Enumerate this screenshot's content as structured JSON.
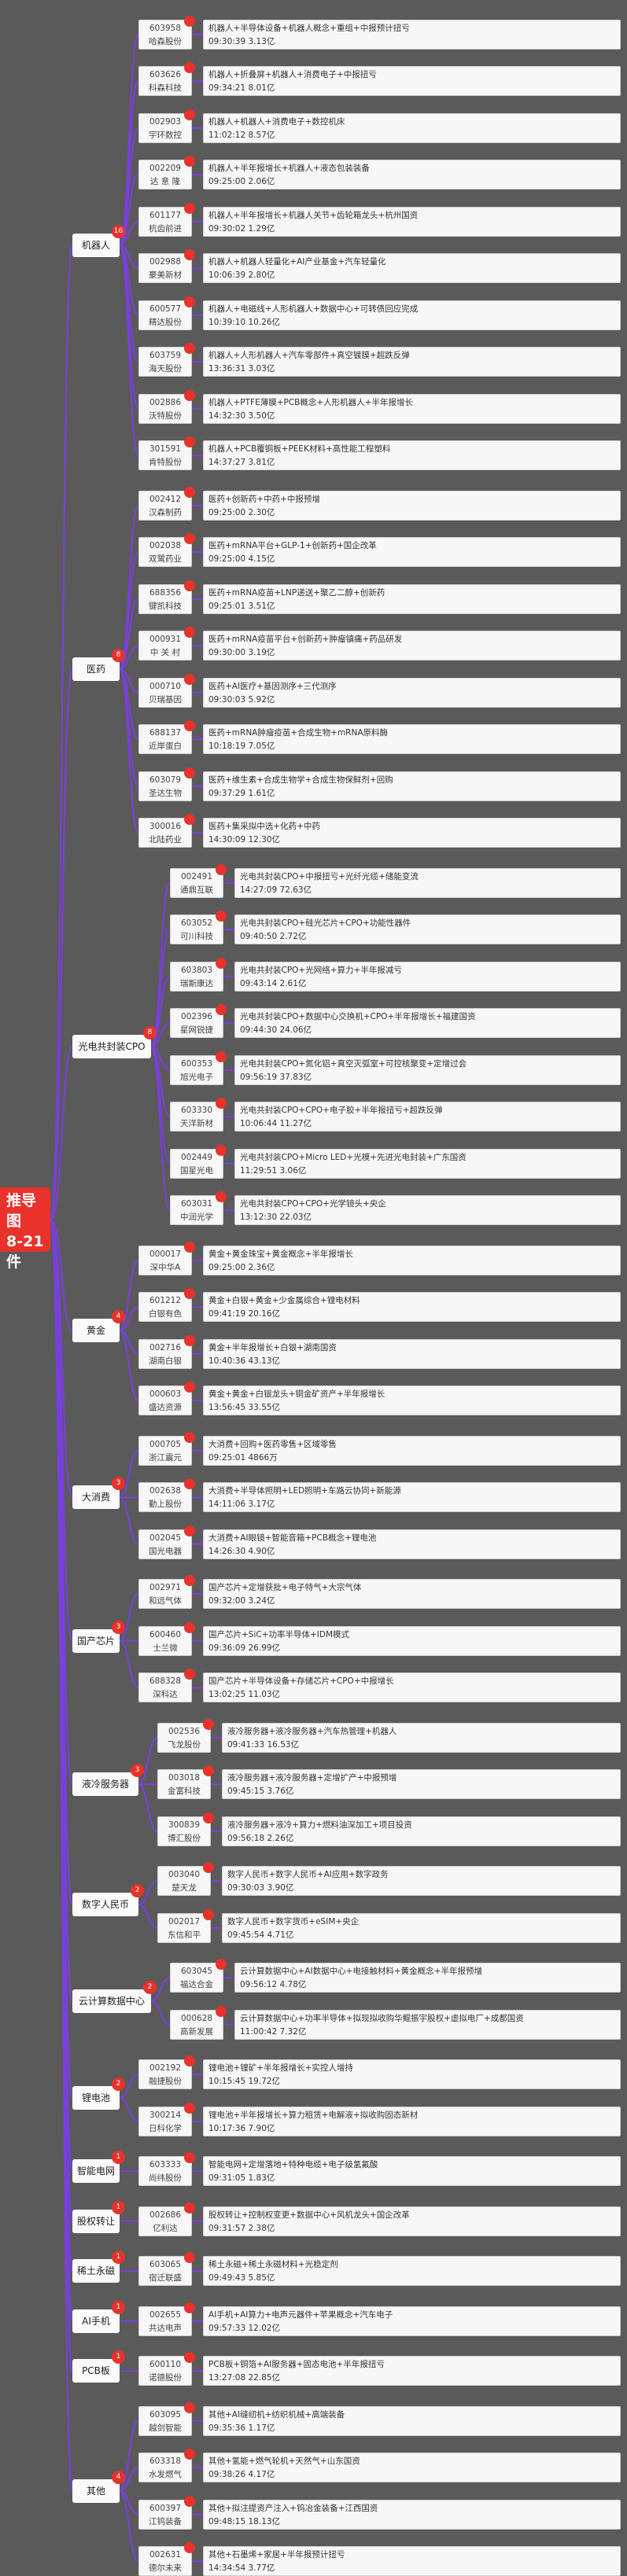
{
  "title_lines": [
    "推导图",
    "8-21",
    "件"
  ],
  "colors": {
    "line": "#7a3fe0",
    "badge": "#e8322b",
    "background": "#5a5a5a"
  },
  "categories": [
    {
      "name": "机器人",
      "count": "16",
      "stocks": [
        {
          "code": "603958",
          "name": "哈森股份",
          "desc": "机器人+半导体设备+机器人概念+重组+中报预计扭亏",
          "time": "09:30:39 3.13亿"
        },
        {
          "code": "603626",
          "name": "科森科技",
          "desc": "机器人+折叠屏+机器人+消费电子+中报扭亏",
          "time": "09:34:21 8.01亿"
        },
        {
          "code": "002903",
          "name": "宇环数控",
          "desc": "机器人+机器人+消费电子+数控机床",
          "time": "11:02:12 8.57亿"
        },
        {
          "code": "002209",
          "name": "达 意 隆",
          "desc": "机器人+半年报增长+机器人+液态包装装备",
          "time": "09:25:00 2.06亿"
        },
        {
          "code": "601177",
          "name": "杭齿前进",
          "desc": "机器人+半年报增长+机器人关节+齿轮箱龙头+杭州国资",
          "time": "09:30:02 1.29亿"
        },
        {
          "code": "002988",
          "name": "豪美新材",
          "desc": "机器人+机器人轻量化+AI产业基金+汽车轻量化",
          "time": "10:06:39 2.80亿"
        },
        {
          "code": "600577",
          "name": "精达股份",
          "desc": "机器人+电磁线+人形机器人+数据中心+可转债回应完成",
          "time": "10:39:10 10.26亿"
        },
        {
          "code": "603759",
          "name": "海天股份",
          "desc": "机器人+人形机器人+汽车零部件+真空镀膜+超跌反弹",
          "time": "13:36:31 3.03亿"
        },
        {
          "code": "002886",
          "name": "沃特股份",
          "desc": "机器人+PTFE薄膜+PCB概念+人形机器人+半年报增长",
          "time": "14:32:30 3.50亿"
        },
        {
          "code": "301591",
          "name": "肯特股份",
          "desc": "机器人+PCB覆铜板+PEEK材料+高性能工程塑料",
          "time": "14:37:27 3.81亿"
        }
      ]
    },
    {
      "name": "医药",
      "count": "8",
      "stocks": [
        {
          "code": "002412",
          "name": "汉森制药",
          "desc": "医药+创新药+中药+中报预增",
          "time": "09:25:00 2.30亿"
        },
        {
          "code": "002038",
          "name": "双鹭药业",
          "desc": "医药+mRNA平台+GLP-1+创新药+国企改革",
          "time": "09:25:00 4.15亿"
        },
        {
          "code": "688356",
          "name": "键凯科技",
          "desc": "医药+mRNA疫苗+LNP递送+聚乙二醇+创新药",
          "time": "09:25:01 3.51亿"
        },
        {
          "code": "000931",
          "name": "中 关 村",
          "desc": "医药+mRNA疫苗平台+创新药+肿瘤镇痛+药品研发",
          "time": "09:30:00 3.19亿"
        },
        {
          "code": "000710",
          "name": "贝瑞基因",
          "desc": "医药+AI医疗+基因测序+三代测序",
          "time": "09:30:03 5.92亿"
        },
        {
          "code": "688137",
          "name": "近岸蛋白",
          "desc": "医药+mRNA肿瘤疫苗+合成生物+mRNA原料酶",
          "time": "10:18:19 7.05亿"
        },
        {
          "code": "603079",
          "name": "圣达生物",
          "desc": "医药+维生素+合成生物学+合成生物保鲜剂+回购",
          "time": "09:37:29 1.61亿"
        },
        {
          "code": "300016",
          "name": "北陆药业",
          "desc": "医药+集采拟中选+化药+中药",
          "time": "14:30:09 12.30亿"
        }
      ]
    },
    {
      "name": "光电共封装CPO",
      "count": "8",
      "stocks": [
        {
          "code": "002491",
          "name": "通鼎互联",
          "desc": "光电共封装CPO+中报扭亏+光纤光缆+储能变流",
          "time": "14:27:09 72.63亿"
        },
        {
          "code": "603052",
          "name": "可川科技",
          "desc": "光电共封装CPO+硅光芯片+CPO+功能性器件",
          "time": "09:40:50 2.72亿"
        },
        {
          "code": "603803",
          "name": "瑞斯康达",
          "desc": "光电共封装CPO+光网络+算力+半年报减亏",
          "time": "09:43:14 2.61亿"
        },
        {
          "code": "002396",
          "name": "星网锐捷",
          "desc": "光电共封装CPO+数据中心交换机+CPO+半年报增长+福建国资",
          "time": "09:44:30 24.06亿"
        },
        {
          "code": "600353",
          "name": "旭光电子",
          "desc": "光电共封装CPO+氮化铝+真空灭弧室+可控核聚变+定增过会",
          "time": "09:56:19 37.83亿"
        },
        {
          "code": "603330",
          "name": "天洋新材",
          "desc": "光电共封装CPO+CPO+电子胶+半年报扭亏+超跌反弹",
          "time": "10:06:44 11.27亿"
        },
        {
          "code": "002449",
          "name": "国星光电",
          "desc": "光电共封装CPO+Micro LED+光模+先进光电封装+广东国资",
          "time": "11:29:51 3.06亿"
        },
        {
          "code": "603031",
          "name": "中润光学",
          "desc": "光电共封装CPO+CPO+光学镜头+央企",
          "time": "13:12:30 22.03亿"
        }
      ]
    },
    {
      "name": "黄金",
      "count": "4",
      "stocks": [
        {
          "code": "000017",
          "name": "深中华A",
          "desc": "黄金+黄金珠宝+黄金概念+半年报增长",
          "time": "09:25:00 2.36亿"
        },
        {
          "code": "601212",
          "name": "白银有色",
          "desc": "黄金+白银+黄金+少金属综合+锂电材料",
          "time": "09:41:19 20.16亿"
        },
        {
          "code": "002716",
          "name": "湖南白银",
          "desc": "黄金+半年报增长+白银+湖南国资",
          "time": "10:40:36 43.13亿"
        },
        {
          "code": "000603",
          "name": "盛达资源",
          "desc": "黄金+黄金+白银龙头+铜金矿资产+半年报增长",
          "time": "13:56:45 33.55亿"
        }
      ]
    },
    {
      "name": "大消费",
      "count": "3",
      "stocks": [
        {
          "code": "000705",
          "name": "浙江震元",
          "desc": "大消费+回购+医药零售+区域零售",
          "time": "09:25:01 4866万"
        },
        {
          "code": "002638",
          "name": "勤上股份",
          "desc": "大消费+半导体照明+LED照明+车路云协同+新能源",
          "time": "14:11:06 3.17亿"
        },
        {
          "code": "002045",
          "name": "国光电器",
          "desc": "大消费+AI眼镜+智能音箱+PCB概念+锂电池",
          "time": "14:26:30 4.90亿"
        }
      ]
    },
    {
      "name": "国产芯片",
      "count": "3",
      "stocks": [
        {
          "code": "002971",
          "name": "和远气体",
          "desc": "国产芯片+定增获批+电子特气+大宗气体",
          "time": "09:32:00 3.24亿"
        },
        {
          "code": "600460",
          "name": "士兰微",
          "desc": "国产芯片+SiC+功率半导体+IDM模式",
          "time": "09:36:09 26.99亿"
        },
        {
          "code": "688328",
          "name": "深科达",
          "desc": "国产芯片+半导体设备+存储芯片+CPO+中报增长",
          "time": "13:02:25 11.03亿"
        }
      ]
    },
    {
      "name": "液冷服务器",
      "count": "3",
      "stocks": [
        {
          "code": "002536",
          "name": "飞龙股份",
          "desc": "液冷服务器+液冷服务器+汽车热管理+机器人",
          "time": "09:41:33 16.53亿"
        },
        {
          "code": "003018",
          "name": "金富科技",
          "desc": "液冷服务器+液冷服务器+定增扩产+中报预增",
          "time": "09:45:15 3.76亿"
        },
        {
          "code": "300839",
          "name": "博汇股份",
          "desc": "液冷服务器+液冷+算力+燃料油深加工+项目投资",
          "time": "09:56:18 2.26亿"
        }
      ]
    },
    {
      "name": "数字人民币",
      "count": "2",
      "stocks": [
        {
          "code": "003040",
          "name": "楚天龙",
          "desc": "数字人民币+数字人民币+AI应用+数字政务",
          "time": "09:30:03 3.90亿"
        },
        {
          "code": "002017",
          "name": "东信和平",
          "desc": "数字人民币+数字货币+eSIM+央企",
          "time": "09:45:54 4.71亿"
        }
      ]
    },
    {
      "name": "云计算数据中心",
      "count": "2",
      "stocks": [
        {
          "code": "603045",
          "name": "福达合金",
          "desc": "云计算数据中心+AI数据中心+电接触材料+黄金概念+半年报预增",
          "time": "09:56:12 4.78亿"
        },
        {
          "code": "000628",
          "name": "高新发展",
          "desc": "云计算数据中心+功率半导体+拟现拟收购华鲲振宇股权+虚拟电厂+成都国资",
          "time": "11:00:42 7.32亿"
        }
      ]
    },
    {
      "name": "锂电池",
      "count": "2",
      "stocks": [
        {
          "code": "002192",
          "name": "融捷股份",
          "desc": "锂电池+锂矿+半年报增长+实控人增持",
          "time": "10:15:45 19.72亿"
        },
        {
          "code": "300214",
          "name": "日科化学",
          "desc": "锂电池+半年报增长+算力租赁+电解液+拟收购固态新材",
          "time": "10:17:36 7.90亿"
        }
      ]
    },
    {
      "name": "智能电网",
      "count": "1",
      "stocks": [
        {
          "code": "603333",
          "name": "尚纬股份",
          "desc": "智能电网+定增落地+特种电缆+电子级氢氟酸",
          "time": "09:31:05 1.83亿"
        }
      ]
    },
    {
      "name": "股权转让",
      "count": "1",
      "stocks": [
        {
          "code": "002686",
          "name": "亿利达",
          "desc": "股权转让+控制权变更+数据中心+风机龙头+国企改革",
          "time": "09:31:57 2.38亿"
        }
      ]
    },
    {
      "name": "稀土永磁",
      "count": "1",
      "stocks": [
        {
          "code": "603065",
          "name": "宿迁联盛",
          "desc": "稀土永磁+稀土永磁材料+光稳定剂",
          "time": "09:49:43 5.85亿"
        }
      ]
    },
    {
      "name": "AI手机",
      "count": "1",
      "stocks": [
        {
          "code": "002655",
          "name": "共达电声",
          "desc": "AI手机+AI算力+电声元器件+苹果概念+汽车电子",
          "time": "09:57:33 12.02亿"
        }
      ]
    },
    {
      "name": "PCB板",
      "count": "1",
      "stocks": [
        {
          "code": "600110",
          "name": "诺德股份",
          "desc": "PCB板+铜箔+AI服务器+固态电池+半年报扭亏",
          "time": "13:27:08 22.85亿"
        }
      ]
    },
    {
      "name": "其他",
      "count": "4",
      "stocks": [
        {
          "code": "603095",
          "name": "越剑智能",
          "desc": "其他+AI缝纫机+纺织机械+高端装备",
          "time": "09:35:36 1.17亿"
        },
        {
          "code": "603318",
          "name": "水发燃气",
          "desc": "其他+氢能+燃气轮机+天然气+山东国资",
          "time": "09:38:26 4.17亿"
        },
        {
          "code": "600397",
          "name": "江钨装备",
          "desc": "其他+拟注提资产注入+钨冶金装备+江西国资",
          "time": "09:48:15 18.13亿"
        },
        {
          "code": "002631",
          "name": "德尔未来",
          "desc": "其他+石墨烯+家居+半年报预计扭亏",
          "time": "14:34:54 3.77亿"
        }
      ]
    }
  ]
}
